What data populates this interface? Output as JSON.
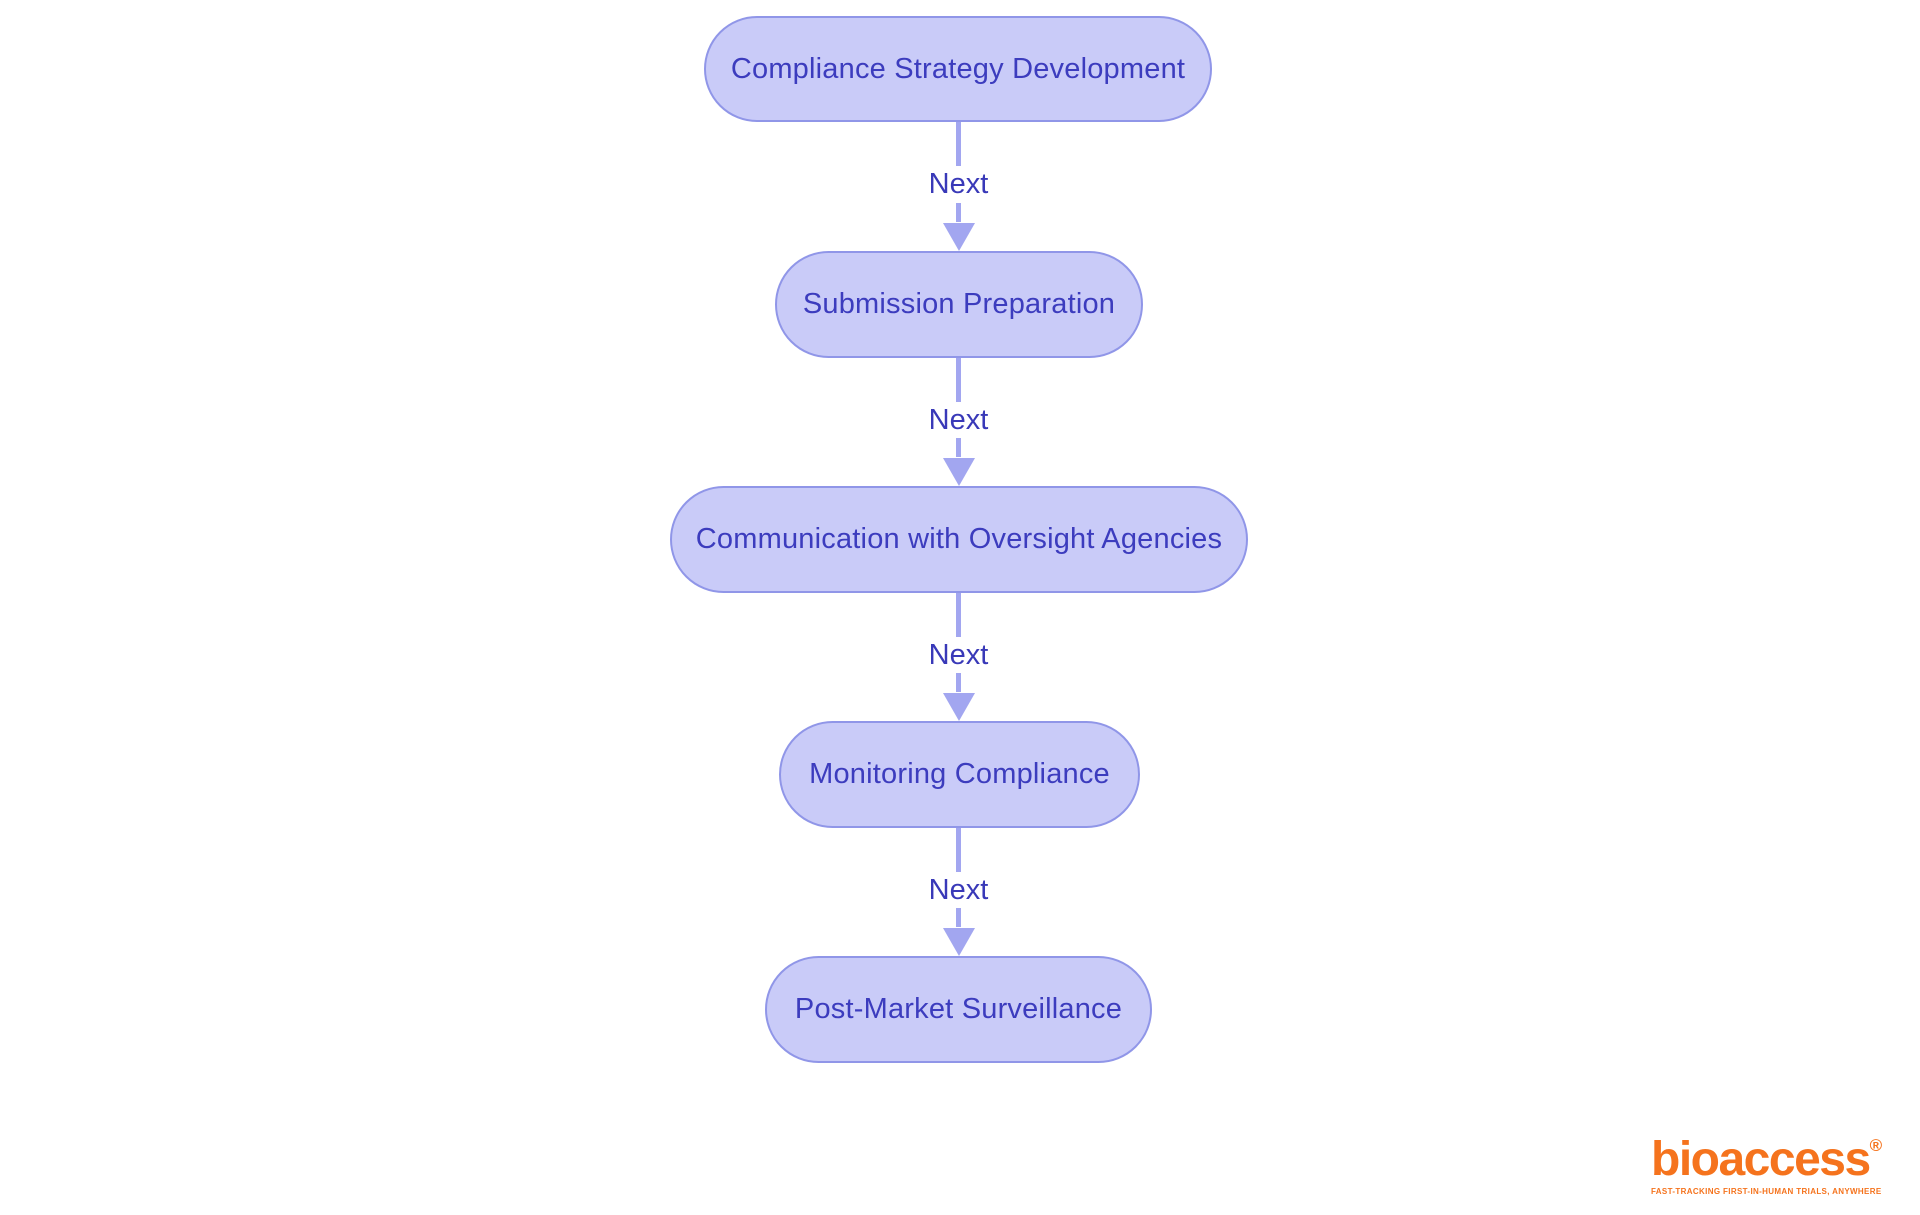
{
  "diagram": {
    "type": "flowchart",
    "direction": "top-down",
    "nodes": [
      {
        "id": "n1",
        "label": "Compliance Strategy Development"
      },
      {
        "id": "n2",
        "label": "Submission Preparation"
      },
      {
        "id": "n3",
        "label": "Communication with Oversight Agencies"
      },
      {
        "id": "n4",
        "label": "Monitoring Compliance"
      },
      {
        "id": "n5",
        "label": "Post-Market Surveillance"
      }
    ],
    "edges": [
      {
        "from": "n1",
        "to": "n2",
        "label": "Next"
      },
      {
        "from": "n2",
        "to": "n3",
        "label": "Next"
      },
      {
        "from": "n3",
        "to": "n4",
        "label": "Next"
      },
      {
        "from": "n4",
        "to": "n5",
        "label": "Next"
      }
    ],
    "colors": {
      "node_fill": "#c9cbf8",
      "node_border": "#9096e8",
      "node_text": "#3c3cbe",
      "edge_line": "#a2a6f0",
      "edge_label_text": "#3939b8",
      "background": "#ffffff"
    }
  },
  "branding": {
    "logo_text": "bioaccess",
    "registered_mark": "®",
    "tagline": "FAST-TRACKING FIRST-IN-HUMAN TRIALS, ANYWHERE",
    "logo_color": "#f5731d"
  }
}
